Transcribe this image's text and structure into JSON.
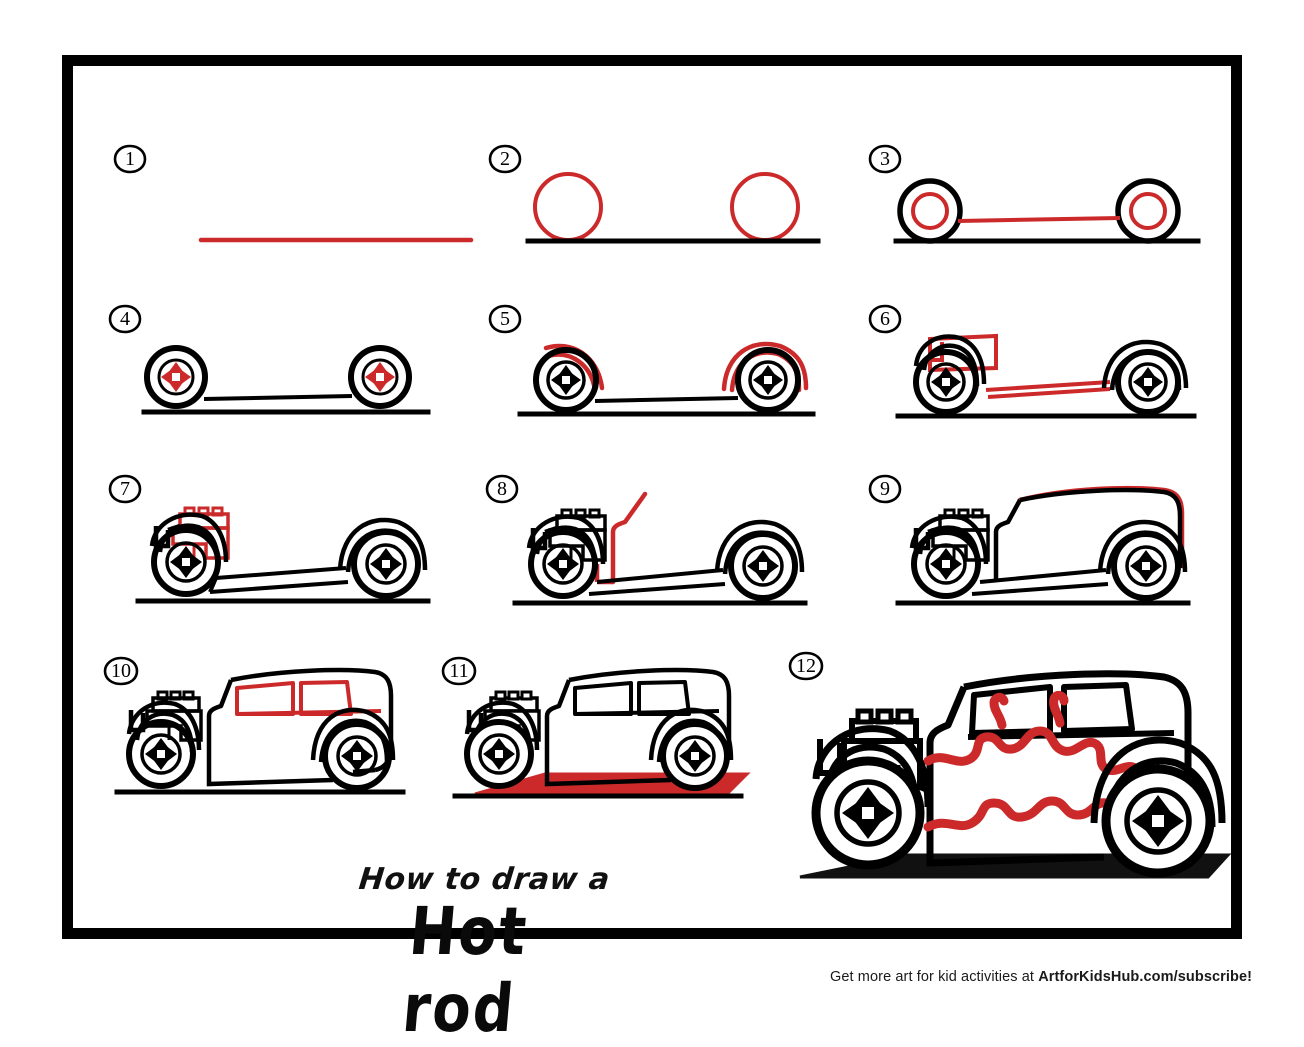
{
  "page": {
    "background": "#ffffff",
    "border_color": "#000000",
    "ink_color": "#000000",
    "accent_color": "#cc2a2a"
  },
  "title": {
    "line1": "How to draw a",
    "line2": "Hot rod"
  },
  "credit": {
    "prefix": "Get more art for kid activities at ",
    "link": "ArtforKidsHub.com/subscribe!"
  },
  "steps": [
    {
      "number": "1",
      "label": "step-1",
      "instruction_summary": "Draw a straight red horizontal guideline."
    },
    {
      "number": "2",
      "label": "step-2",
      "instruction_summary": "Add two red circles resting on a black ground line."
    },
    {
      "number": "3",
      "label": "step-3",
      "instruction_summary": "Outline each circle with a black tire and join them with a red axle line."
    },
    {
      "number": "4",
      "label": "step-4",
      "instruction_summary": "Add red spokes inside each wheel hub."
    },
    {
      "number": "5",
      "label": "step-5",
      "instruction_summary": "Draw red curved fender arcs over both wheels."
    },
    {
      "number": "6",
      "label": "step-6",
      "instruction_summary": "Add a red engine box over the front wheel and a red chassis rail."
    },
    {
      "number": "7",
      "label": "step-7",
      "instruction_summary": "Detail the engine in red with cylinder heads on top."
    },
    {
      "number": "8",
      "label": "step-8",
      "instruction_summary": "Draw the red firewall and windshield pillar."
    },
    {
      "number": "9",
      "label": "step-9",
      "instruction_summary": "Add the red roof line over the cab."
    },
    {
      "number": "10",
      "label": "step-10",
      "instruction_summary": "Draw the red side windows."
    },
    {
      "number": "11",
      "label": "step-11",
      "instruction_summary": "Add a red ground shadow under the car."
    },
    {
      "number": "12",
      "label": "step-12",
      "instruction_summary": "Finish with red flame decals on the body and a filled shadow."
    }
  ]
}
